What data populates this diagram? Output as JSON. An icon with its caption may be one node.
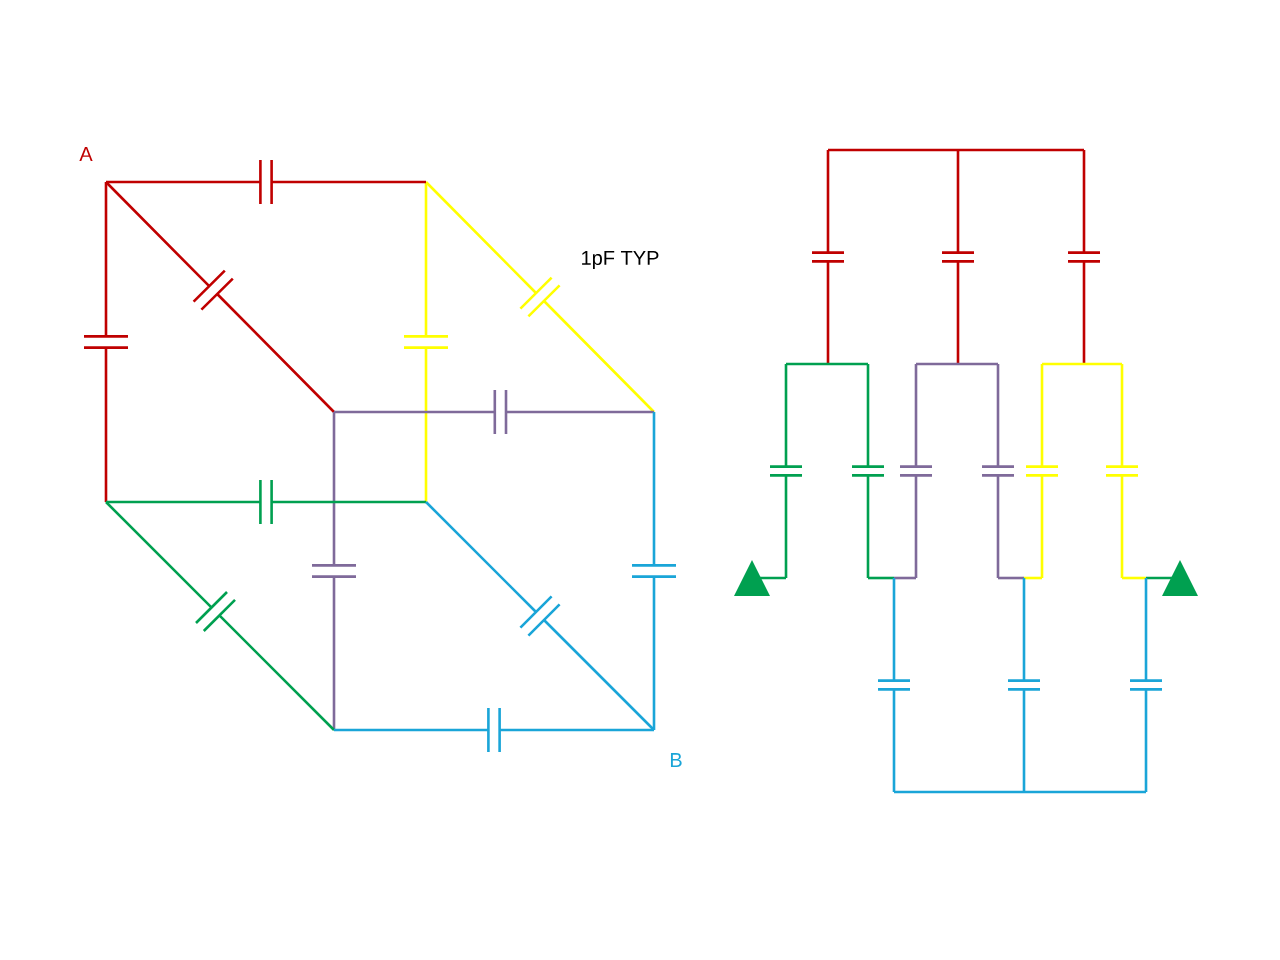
{
  "diagram": {
    "labels": [
      "A",
      "1pF TYP",
      "B"
    ]
  }
}
